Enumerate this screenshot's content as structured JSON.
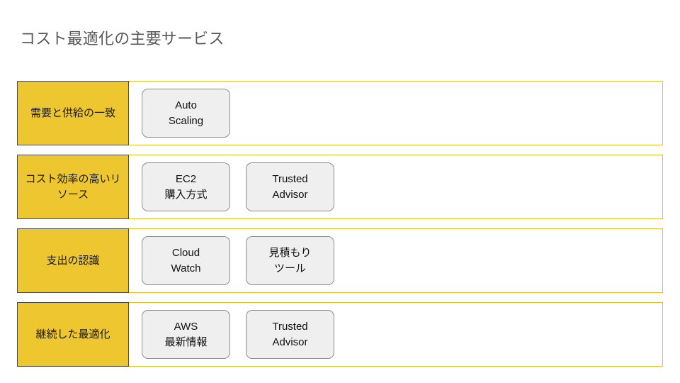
{
  "slide": {
    "title": "コスト最適化の主要サービス",
    "background_color": "#ffffff",
    "title_color": "#595959",
    "accent_color": "#eec62f",
    "row_border_color": "#e8c02a",
    "card_fill_color": "#efefef",
    "card_border_color": "#8d8d8d"
  },
  "rows": [
    {
      "label": "需要と供給の一致",
      "cards": [
        {
          "line1": "Auto",
          "line2": "Scaling",
          "text": "Auto\nScaling"
        }
      ]
    },
    {
      "label": "コスト効率の高いリソース",
      "cards": [
        {
          "line1": "EC2",
          "line2": "購入方式",
          "text": "EC2\n購入方式"
        },
        {
          "line1": "Trusted",
          "line2": "Advisor",
          "text": "Trusted\nAdvisor"
        }
      ]
    },
    {
      "label": "支出の認識",
      "cards": [
        {
          "line1": "Cloud",
          "line2": "Watch",
          "text": "Cloud\nWatch"
        },
        {
          "line1": "見積もり",
          "line2": "ツール",
          "text": "見積もり\nツール"
        }
      ]
    },
    {
      "label": "継続した最適化",
      "cards": [
        {
          "line1": "AWS",
          "line2": "最新情報",
          "text": "AWS\n最新情報"
        },
        {
          "line1": "Trusted",
          "line2": "Advisor",
          "text": "Trusted\nAdvisor"
        }
      ]
    }
  ]
}
